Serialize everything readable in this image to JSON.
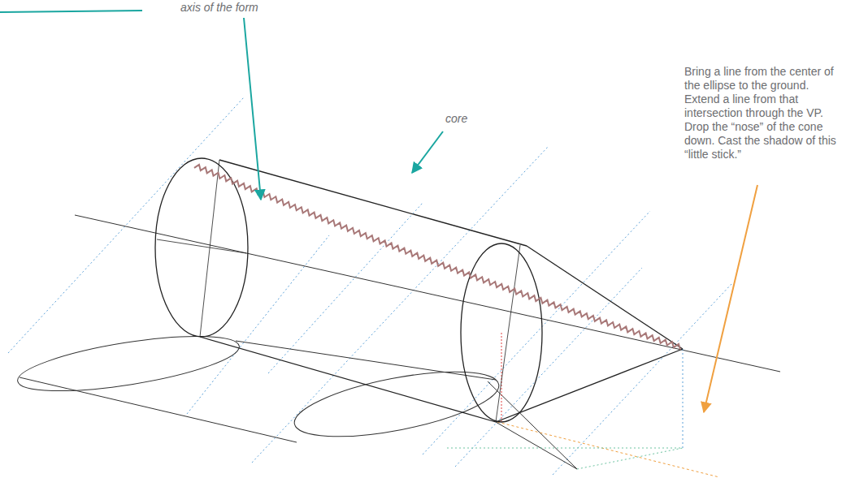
{
  "diagram": {
    "labels": [
      "axis of the form",
      "core",
      "Bring a line from the center of the ellipse to the ground. Extend a line from that intersection through the VP. Drop the “nose” of the cone down. Cast the shadow of this “little stick.”"
    ]
  }
}
